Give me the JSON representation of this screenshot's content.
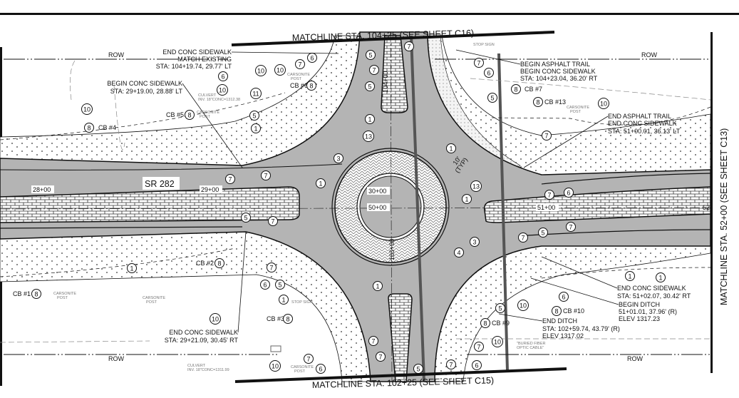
{
  "sheet": {
    "matchline_top": "MATCHLINE STA. 104+25 (SEE SHEET C16)",
    "matchline_bottom": "MATCHLINE STA. 102+25 (SEE SHEET C15)",
    "matchline_right": "MATCHLINE STA. 52+00 (SEE SHEET C13)",
    "road_name": "SR 282",
    "row_label": "ROW",
    "stations": [
      "28+00",
      "29+00",
      "30+00",
      "50+00",
      "51+00",
      "52",
      "104+00",
      "103+00"
    ],
    "typ_width": [
      "10'",
      "(TYP)"
    ]
  },
  "notes": {
    "nw_end_sidewalk": [
      "END CONC SIDEWALK",
      "MATCH EXISTING",
      "STA: 104+19.74, 29.77' LT"
    ],
    "nw_begin_sidewalk": [
      "BEGIN CONC SIDEWALK",
      "STA: 29+19.00, 28.88' LT"
    ],
    "ne_begin_trail": [
      "BEGIN ASPHALT TRAIL",
      "BEGIN CONC SIDEWALK",
      "STA: 104+23.04, 36.20' RT"
    ],
    "ne_end_trail": [
      "END ASPHALT TRAIL",
      "END CONC SIDEWALK",
      "STA: 51+00.01, 36.13' LT"
    ],
    "se_end_sidewalk": [
      "END CONC SIDEWALK",
      "STA: 51+02.07, 30.42' RT"
    ],
    "se_begin_ditch": [
      "BEGIN DITCH",
      "51+01.01, 37.96' (R)",
      "ELEV 1317.23"
    ],
    "se_end_ditch": [
      "END DITCH",
      "STA: 102+59.74, 43.79' (R)",
      "ELEV 1317.02"
    ],
    "sw_end_sidewalk": [
      "END CONC SIDEWALK",
      "STA: 29+21.09, 30.45' RT"
    ]
  },
  "catch_basins": [
    "CB #1",
    "CB #2",
    "CB #3",
    "CB #4",
    "CB #5",
    "CB #6",
    "CB #7",
    "CB #9",
    "CB #10",
    "CB #13"
  ],
  "existing_features": {
    "carsonite_post": [
      "CARSONITE",
      "POST"
    ],
    "culvert_nw": [
      "CULVERT",
      "INV. 18\"CONC=1312.38"
    ],
    "culvert_sw": [
      "CULVERT",
      "INV. 18\"CONC=1311.99"
    ],
    "stop_sign": "STOP SIGN",
    "fiber": [
      "\"BURIED FIBER",
      "OPTIC CABLE\""
    ]
  },
  "callouts": [
    "6",
    "7",
    "10",
    "10",
    "8",
    "6",
    "10",
    "11",
    "10",
    "8",
    "8",
    "5",
    "1",
    "3",
    "7",
    "7",
    "1",
    "5",
    "7",
    "5",
    "1",
    "13",
    "7",
    "7",
    "6",
    "8",
    "5",
    "8",
    "10",
    "7",
    "1",
    "13",
    "1",
    "7",
    "6",
    "5",
    "7",
    "1",
    "8",
    "7",
    "6",
    "5",
    "1",
    "8",
    "10",
    "8",
    "10",
    "7",
    "6",
    "7",
    "5",
    "3",
    "4",
    "7",
    "1",
    "1",
    "1",
    "6",
    "10",
    "5",
    "8",
    "8",
    "10",
    "7",
    "7",
    "6",
    "5",
    "7",
    "7"
  ],
  "colors": {
    "pavement": "#b4b4b4",
    "linework": "#111111",
    "existing": "#888888"
  }
}
